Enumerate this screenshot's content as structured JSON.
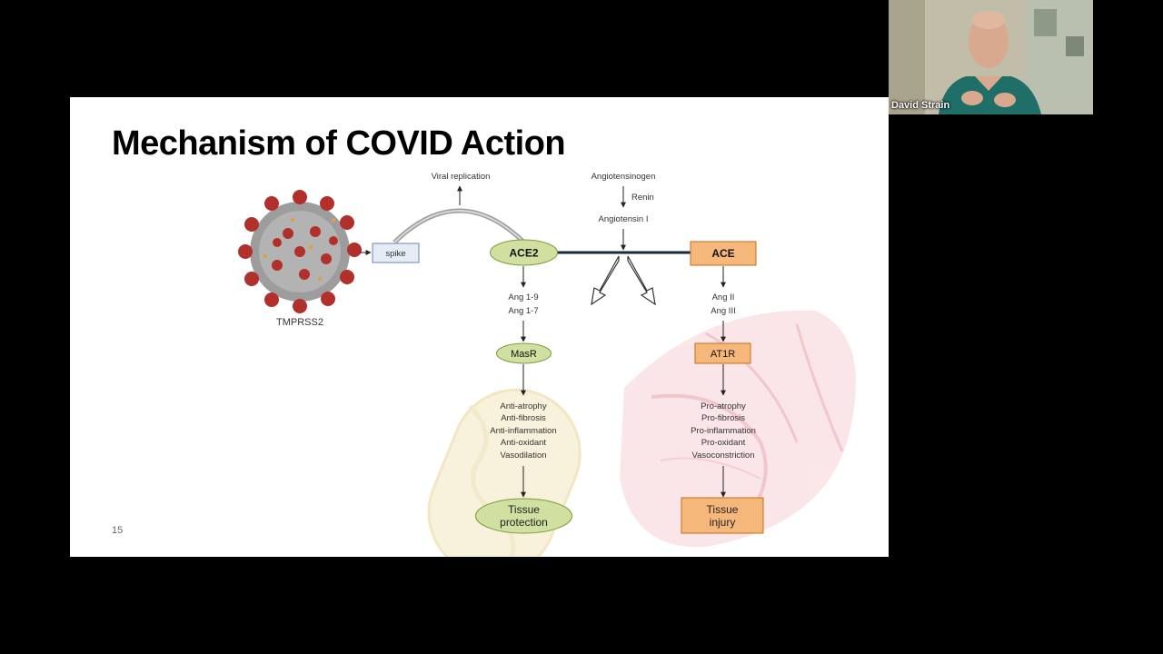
{
  "slide": {
    "title": "Mechanism of COVID Action",
    "page_number": "15"
  },
  "diagram": {
    "virus_label": "TMPRSS2",
    "spike_label": "spike",
    "viral_replication": "Viral replication",
    "angiotensinogen": "Angiotensinogen",
    "renin": "Renin",
    "angiotensin_1": "Angiotensin I",
    "ace2": "ACE2",
    "ace": "ACE",
    "ang_1_9": "Ang 1-9",
    "ang_1_7": "Ang 1-7",
    "ang_2": "Ang II",
    "ang_3": "Ang III",
    "masr": "MasR",
    "at1r": "AT1R",
    "protective_effects": [
      "Anti-atrophy",
      "Anti-fibrosis",
      "Anti-inflammation",
      "Anti-oxidant",
      "Vasodilation"
    ],
    "harmful_effects": [
      "Pro-atrophy",
      "Pro-fibrosis",
      "Pro-inflammation",
      "Pro-oxidant",
      "Vasoconstriction"
    ],
    "tissue_protection": [
      "Tissue",
      "protection"
    ],
    "tissue_injury": [
      "Tissue",
      "injury"
    ]
  },
  "video": {
    "participant_name": "David Strain"
  },
  "colors": {
    "green_fill": "#cfe0a0",
    "green_stroke": "#7f9a3a",
    "orange_fill": "#f6b87a",
    "orange_stroke": "#c46f1a",
    "spike_box_fill": "#e6ecf6",
    "spike_box_stroke": "#6f86b0",
    "connector": "#1b2a3a",
    "virus_red": "#b1302c",
    "virus_grey": "#9a9a9a"
  }
}
